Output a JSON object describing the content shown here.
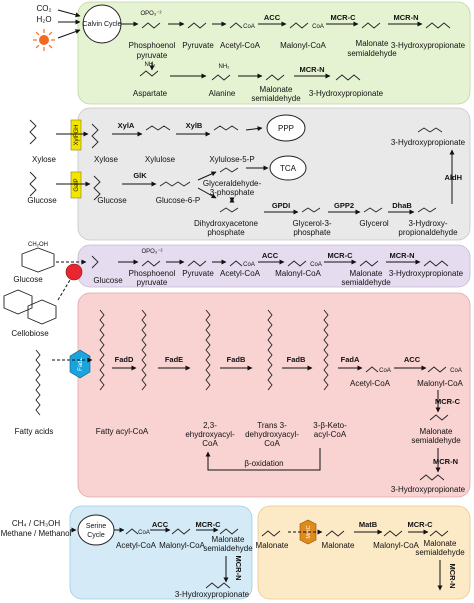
{
  "colors": {
    "green": "#e6f3d2",
    "gray": "#e9e9e9",
    "purple": "#e6dcef",
    "pink": "#f9d2d2",
    "blue": "#d4ebf7",
    "orange": "#fce9c6",
    "transporter_yellow": "#f5e600",
    "transporter_blue": "#1aa3dd",
    "transporter_red": "#e8262f",
    "transporter_orange": "#e08a1a",
    "sun": "#f26a22"
  },
  "calvin": {
    "inputs": [
      "CO₂",
      "H₂O"
    ],
    "cycle": "Calvin Cycle",
    "pep": "Phosphoenol pyruvate",
    "pyruvate": "Pyruvate",
    "acetyl": "Acetyl-CoA",
    "malonyl": "Malonyl-CoA",
    "malsa": "Malonate semialdehyde",
    "hp": "3-Hydroxypropionate",
    "acc": "ACC",
    "mcrc": "MCR-C",
    "mcrn": "MCR-N",
    "aspartate": "Aspartate",
    "alanine": "Alanine",
    "malsa2": "Malonate semialdehyde",
    "mcrn2": "MCR-N",
    "hp2": "3-Hydroxypropionate"
  },
  "sugar": {
    "xylose_in": "Xylose",
    "xyl_trans": "XylFGH",
    "xylose": "Xylose",
    "xyla": "XylA",
    "xylulose": "Xylulose",
    "xylb": "XylB",
    "x5p": "Xylulose-5-P",
    "ppp": "PPP",
    "glucose_in": "Glucose",
    "galp": "GalP",
    "glucose": "Glucose",
    "glk": "GlK",
    "g6p": "Glucose-6-P",
    "tca": "TCA",
    "g3p": "Glyceraldehyde-3-phosphate",
    "dhap": "Dihydroxyacetone phosphate",
    "gpd1": "GPDI",
    "gly3p": "Glycerol-3-phosphate",
    "gpp2": "GPP2",
    "glycerol": "Glycerol",
    "dhab": "DhaB",
    "hpa": "3-Hydroxy-propionaldehyde",
    "aldh": "AldH",
    "hp": "3-Hydroxypropionate"
  },
  "cello": {
    "glucose_in": "Glucose",
    "cellobiose": "Cellobiose",
    "glucose": "Glucose",
    "pep": "Phosphoenol pyruvate",
    "pyruvate": "Pyruvate",
    "acetyl": "Acetyl-CoA",
    "malonyl": "Malonyl-CoA",
    "malsa": "Malonate semialdehyde",
    "hp": "3-Hydroxypropionate",
    "acc": "ACC",
    "mcrc": "MCR-C",
    "mcrn": "MCR-N"
  },
  "fatty": {
    "in": "Fatty acids",
    "trans": "FadL",
    "fadd": "FadD",
    "fade": "FadE",
    "fadb1": "FadB",
    "fadb2": "FadB",
    "fada": "FadA",
    "acc": "ACC",
    "mcrc": "MCR-C",
    "mcrn": "MCR-N",
    "acyl": "Fatty acyl-CoA",
    "enoyl": "2,3-ehydroxyacyl-CoA",
    "hydroxy": "Trans 3-dehydroxyacyl-CoA",
    "keto": "3-β-Keto-acyl-CoA",
    "acetyl": "Acetyl-CoA",
    "malonyl": "Malonyl-CoA",
    "malsa": "Malonate semialdehyde",
    "hp": "3-Hydroxypropionate",
    "beta": "β-oxidation"
  },
  "serine": {
    "input": "CH₄ / CH₃OH",
    "input2": "Methane / Methanol",
    "cycle": "Serine Cycle",
    "acc": "ACC",
    "mcrc": "MCR-C",
    "mcrn": "MCR-N",
    "acetyl": "Acetyl-CoA",
    "malonyl": "Malonyl-CoA",
    "malsa": "Malonate semialdehyde",
    "hp": "3-Hydroxypropionate"
  },
  "malonate": {
    "input": "Malonate",
    "trans": "MatC",
    "malonate": "Malonate",
    "matb": "MatB",
    "malonyl": "Malonyl-CoA",
    "mcrc": "MCR-C",
    "malsa": "Malonate semialdehyde",
    "mcrn": "MCR-N"
  }
}
